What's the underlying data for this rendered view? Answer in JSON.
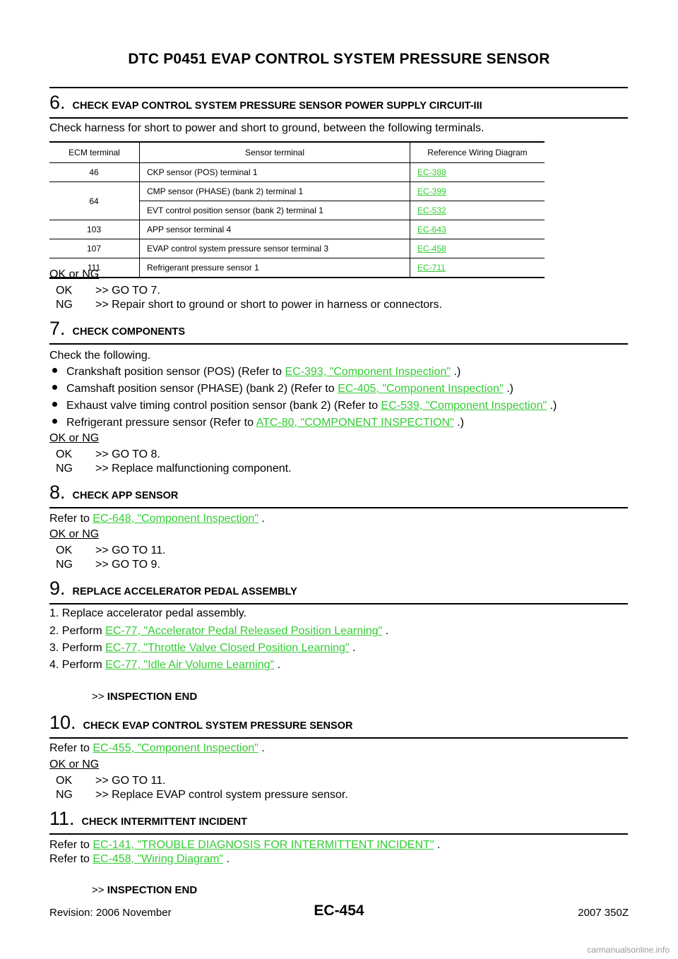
{
  "page_title": "DTC P0451 EVAP CONTROL SYSTEM PRESSURE SENSOR",
  "ok_ng": "OK or NG",
  "steps": [
    {
      "num": "6.",
      "title": "CHECK EVAP CONTROL SYSTEM PRESSURE SENSOR POWER SUPPLY CIRCUIT-III"
    },
    {
      "num": "7.",
      "title": "CHECK COMPONENTS"
    },
    {
      "num": "8.",
      "title": "CHECK APP SENSOR"
    },
    {
      "num": "9.",
      "title": "REPLACE ACCELERATOR PEDAL ASSEMBLY"
    },
    {
      "num": "10.",
      "title": "CHECK EVAP CONTROL SYSTEM PRESSURE SENSOR"
    },
    {
      "num": "11.",
      "title": "CHECK INTERMITTENT INCIDENT"
    }
  ],
  "step6": {
    "intro": "Check harness for short to power and short to ground, between the following terminals.",
    "table": {
      "headers": [
        "ECM terminal",
        "Sensor terminal",
        "Reference Wiring Diagram"
      ],
      "rows": [
        {
          "ecm": "46",
          "sensor": "CKP sensor (POS) terminal 1",
          "ref": "EC-388"
        },
        {
          "ecm": "64",
          "sensor": "CMP sensor (PHASE) (bank 2) terminal 1",
          "ref": "EC-399"
        },
        {
          "ecm": "",
          "sensor": "EVT control position sensor (bank 2) terminal 1",
          "ref": "EC-532"
        },
        {
          "ecm": "103",
          "sensor": "APP sensor terminal 4",
          "ref": "EC-643"
        },
        {
          "ecm": "107",
          "sensor": "EVAP control system pressure sensor terminal 3",
          "ref": "EC-458"
        },
        {
          "ecm": "111",
          "sensor": "Refrigerant pressure sensor 1",
          "ref": "EC-711"
        }
      ]
    },
    "ok": {
      "k": "OK",
      "v": ">> GO TO 7."
    },
    "ng": {
      "k": "NG",
      "v": ">> Repair short to ground or short to power in harness or connectors."
    }
  },
  "step7": {
    "intro": "Check the following.",
    "bullets": [
      {
        "pre": "Crankshaft position sensor (POS) (Refer to ",
        "link": "EC-393, \"Component Inspection\"",
        "post": " .)"
      },
      {
        "pre": "Camshaft position sensor (PHASE) (bank 2) (Refer to ",
        "link": "EC-405, \"Component Inspection\"",
        "post": "  .)"
      },
      {
        "pre": "Exhaust valve timing control position sensor (bank 2) (Refer to ",
        "link": "EC-539, \"Component Inspection\"",
        "post": "  .)"
      },
      {
        "pre": "Refrigerant pressure sensor (Refer to ",
        "link": "ATC-80, \"COMPONENT INSPECTION\"",
        "post": "  .)"
      }
    ],
    "ok": {
      "k": "OK",
      "v": ">> GO TO 8."
    },
    "ng": {
      "k": "NG",
      "v": ">> Replace malfunctioning component."
    }
  },
  "step8": {
    "pre": "Refer to ",
    "link": "EC-648, \"Component Inspection\"",
    "post": "  .",
    "ok": {
      "k": "OK",
      "v": ">> GO TO 11."
    },
    "ng": {
      "k": "NG",
      "v": ">> GO TO 9."
    }
  },
  "step9": {
    "items": [
      {
        "pre": "1.  Replace accelerator pedal assembly.",
        "link": "",
        "post": ""
      },
      {
        "pre": "2.  Perform ",
        "link": "EC-77, \"Accelerator Pedal Released Position Learning\"",
        "post": "  ."
      },
      {
        "pre": "3.  Perform ",
        "link": "EC-77, \"Throttle Valve Closed Position Learning\"",
        "post": "  ."
      },
      {
        "pre": "4.  Perform ",
        "link": "EC-77, \"Idle Air Volume Learning\"",
        "post": "  ."
      }
    ],
    "end_prefix": ">>",
    "end_text": "INSPECTION END"
  },
  "step10": {
    "pre": "Refer to ",
    "link": "EC-455, \"Component Inspection\"",
    "post": " .",
    "ok": {
      "k": "OK",
      "v": ">> GO TO 11."
    },
    "ng": {
      "k": "NG",
      "v": ">> Replace EVAP control system pressure sensor."
    }
  },
  "step11": {
    "lines": [
      {
        "pre": "Refer to ",
        "link": "EC-141, \"TROUBLE DIAGNOSIS FOR INTERMITTENT INCIDENT\"",
        "post": " ."
      },
      {
        "pre": "Refer to ",
        "link": "EC-458, \"Wiring Diagram\"",
        "post": " ."
      }
    ],
    "end_prefix": ">>",
    "end_text": "INSPECTION END"
  },
  "footer": {
    "revision": "Revision: 2006 November",
    "page": "EC-454",
    "model": "2007 350Z"
  },
  "watermark": "carmanualsonline.info",
  "colors": {
    "link": "#33cc33",
    "text": "#000000"
  }
}
